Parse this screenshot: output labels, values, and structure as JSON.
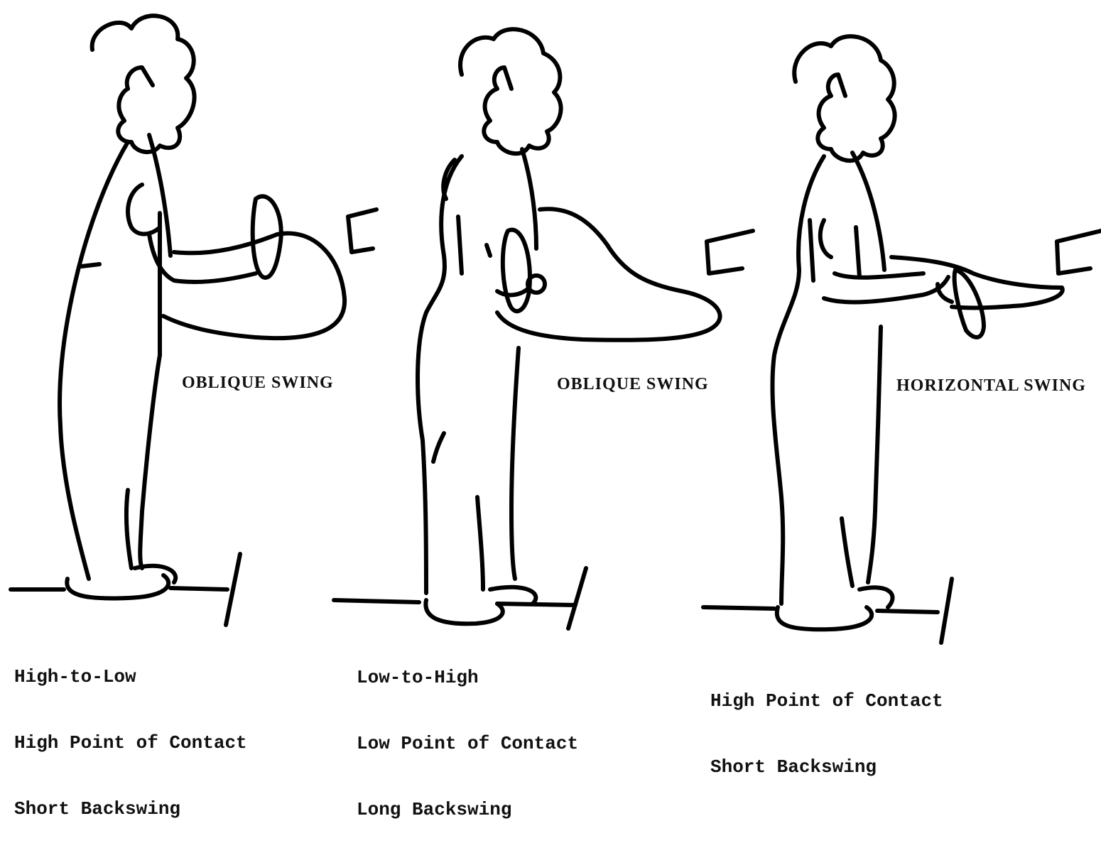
{
  "figures": [
    {
      "swing_label": "OBLIQUE SWING",
      "caption_lines": [
        "High-to-Low",
        "High Point of Contact",
        "Short Backswing"
      ]
    },
    {
      "swing_label": "OBLIQUE SWING",
      "caption_lines": [
        "Low-to-High",
        "Low Point of Contact",
        "Long Backswing"
      ]
    },
    {
      "swing_label": "HORIZONTAL SWING",
      "caption_lines": [
        "High Point of Contact",
        "Short Backswing"
      ]
    }
  ]
}
